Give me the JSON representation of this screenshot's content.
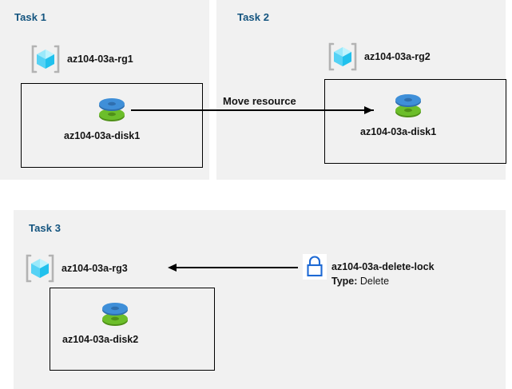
{
  "diagram": {
    "title_color": "#13547f",
    "panel_bg": "#f1f1f1",
    "page_bg": "#ffffff"
  },
  "panels": [
    {
      "id": "task1",
      "title": "Task 1",
      "resource_group": {
        "name": "az104-03a-rg1",
        "icon": "resource-group-icon"
      },
      "resource": {
        "name": "az104-03a-disk1",
        "icon": "managed-disk-icon"
      }
    },
    {
      "id": "task2",
      "title": "Task 2",
      "resource_group": {
        "name": "az104-03a-rg2",
        "icon": "resource-group-icon"
      },
      "resource": {
        "name": "az104-03a-disk1",
        "icon": "managed-disk-icon"
      }
    },
    {
      "id": "task3",
      "title": "Task 3",
      "resource_group": {
        "name": "az104-03a-rg3",
        "icon": "resource-group-icon"
      },
      "resource": {
        "name": "az104-03a-disk2",
        "icon": "managed-disk-icon"
      },
      "lock": {
        "icon": "lock-icon",
        "name": "az104-03a-delete-lock",
        "type_label": "Type:",
        "type_value": "Delete"
      }
    }
  ],
  "connectors": {
    "move_resource_label": "Move resource",
    "move_resource_direction": "right",
    "lock_direction": "left"
  },
  "colors": {
    "rg_cube_light": "#9ae9fb",
    "rg_cube_mid": "#55d2f5",
    "rg_cube_dark": "#21c1ed",
    "rg_bracket": "#b3b3b3",
    "disk_blue": "#3f8fd8",
    "disk_blue_dark": "#2f6fae",
    "disk_green": "#6cbe2a",
    "disk_green_dark": "#4f9018",
    "lock_blue": "#1d69d4",
    "arrow_black": "#000000",
    "title_blue": "#13547f"
  }
}
